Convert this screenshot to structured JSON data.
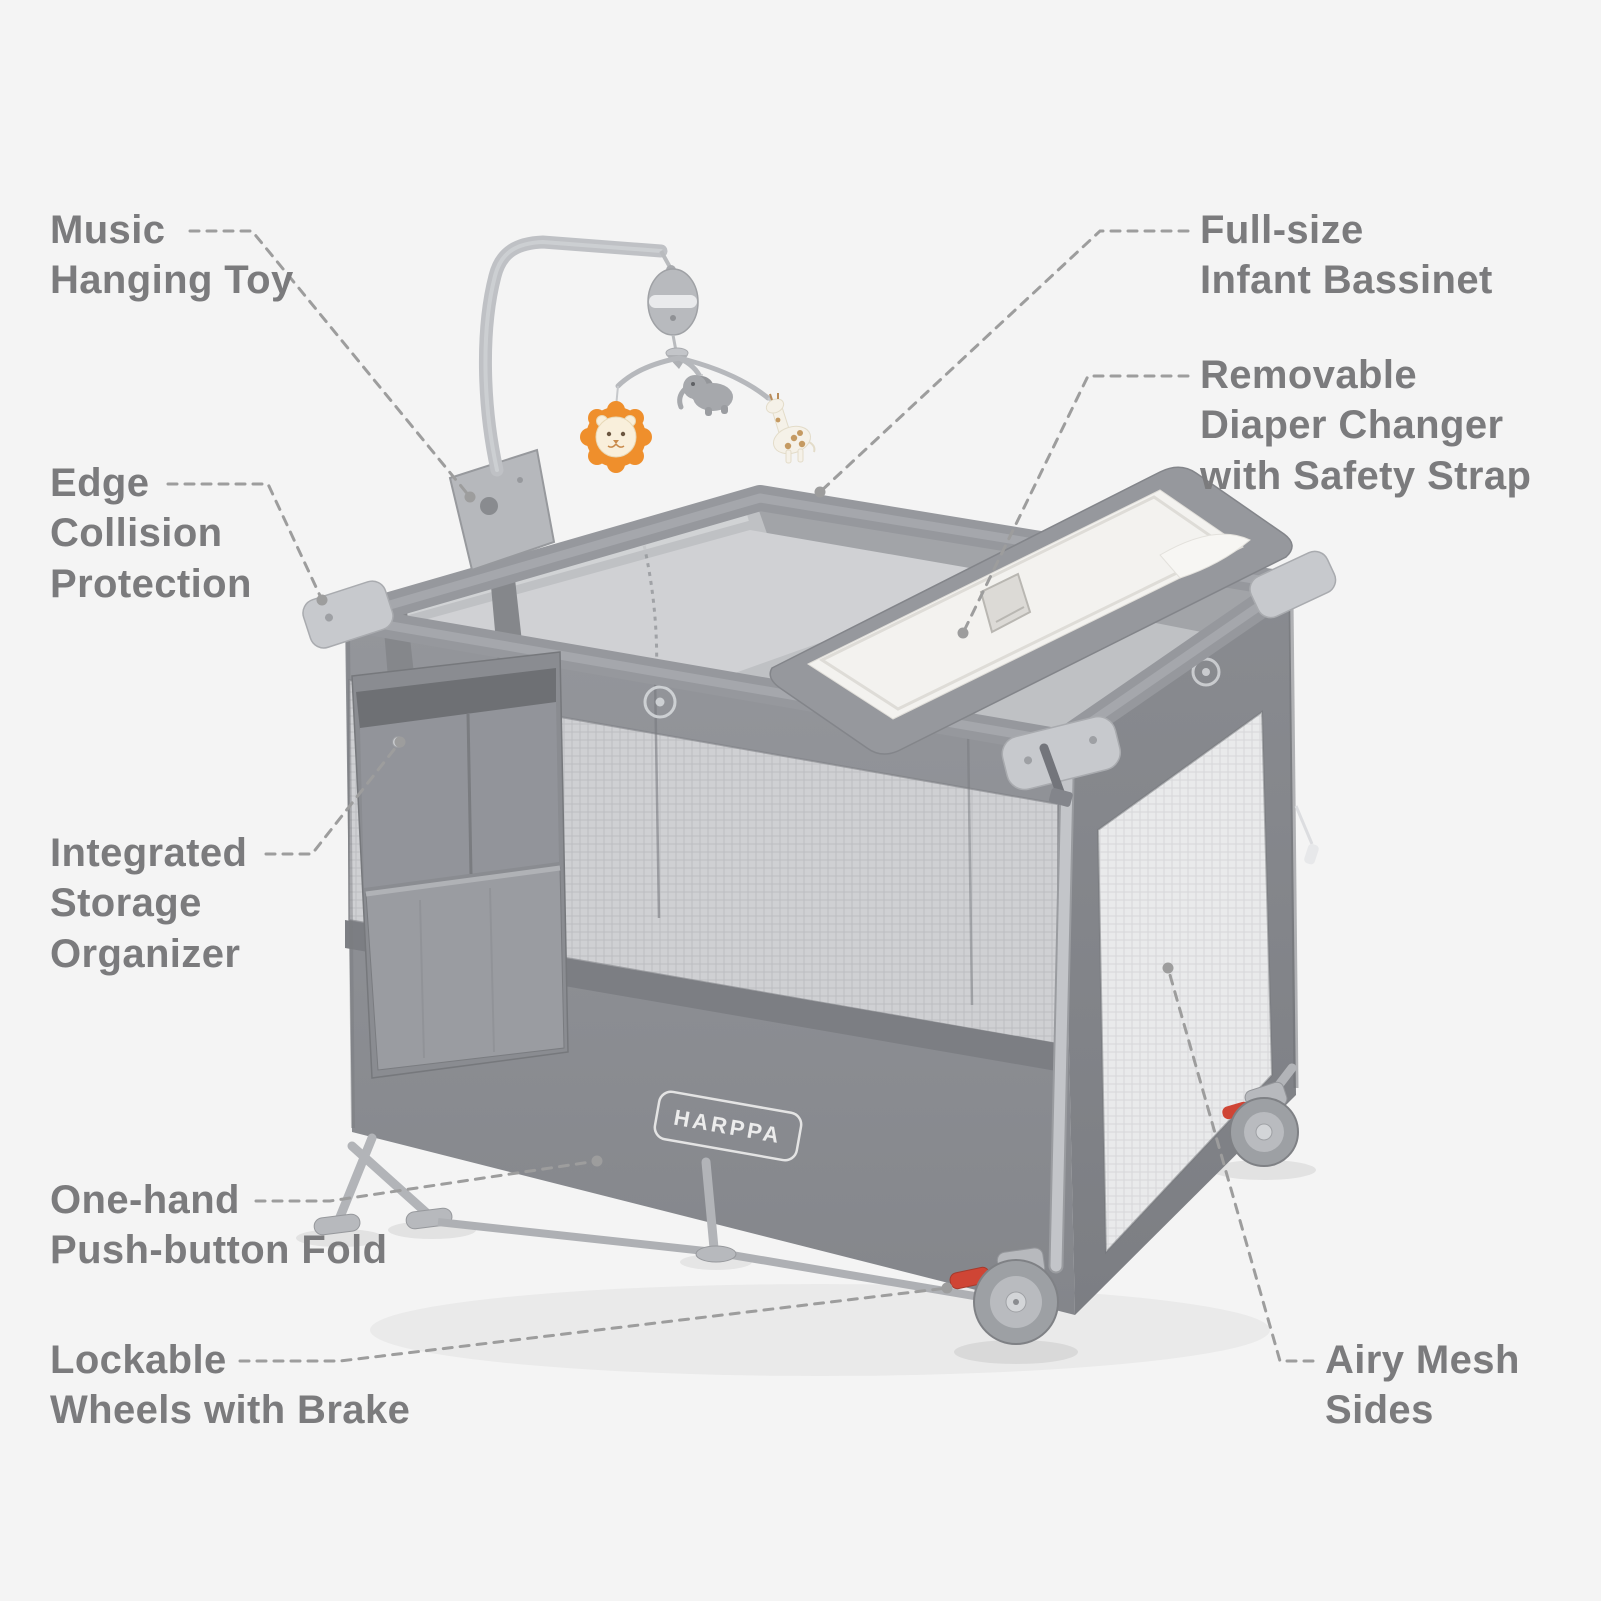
{
  "page": {
    "background": "#f4f4f4"
  },
  "brand": {
    "logo_text": "HARPPA"
  },
  "callouts": [
    {
      "id": "music-hanging-toy",
      "lines": [
        "Music",
        "Hanging Toy"
      ]
    },
    {
      "id": "full-size-infant-bassinet",
      "lines": [
        "Full-size",
        "Infant Bassinet"
      ]
    },
    {
      "id": "edge-collision-protection",
      "lines": [
        "Edge",
        "Collision",
        "Protection"
      ]
    },
    {
      "id": "removable-diaper-changer",
      "lines": [
        "Removable",
        "Diaper Changer",
        "with Safety Strap"
      ]
    },
    {
      "id": "integrated-storage-organizer",
      "lines": [
        "Integrated",
        "Storage",
        "Organizer"
      ]
    },
    {
      "id": "one-hand-push-button-fold",
      "lines": [
        "One-hand",
        "Push-button Fold"
      ]
    },
    {
      "id": "lockable-wheels-with-brake",
      "lines": [
        "Lockable",
        "Wheels with Brake"
      ]
    },
    {
      "id": "airy-mesh-sides",
      "lines": [
        "Airy Mesh",
        "Sides"
      ]
    }
  ],
  "colors": {
    "background": "#f4f4f4",
    "label-text": "#7b7b7d",
    "leader-line": "#9d9d9d",
    "fabric-gray": "#8e9095",
    "plastic-gray": "#c6c8cc",
    "pad-white": "#f3f2ef",
    "accent-red": "#cf4535",
    "toy-orange": "#ef8f2c"
  }
}
